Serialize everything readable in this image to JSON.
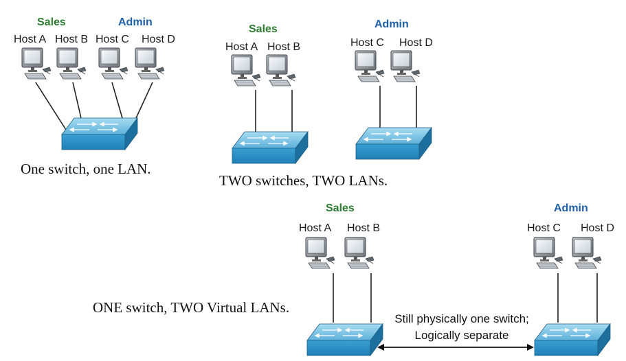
{
  "colors": {
    "sales_label": "#2e7d32",
    "admin_label": "#1f5fa8",
    "switch_top": "#7ec3e3",
    "switch_front": "#2e8fc4",
    "switch_side": "#1d6f9e"
  },
  "icons": {
    "host": "computer-workstation-icon",
    "switch": "network-switch-icon"
  },
  "scenario1": {
    "sales_label": "Sales",
    "admin_label": "Admin",
    "hosts": [
      "Host A",
      "Host B",
      "Host C",
      "Host D"
    ],
    "caption": "One switch, one LAN."
  },
  "scenario2": {
    "sales_label": "Sales",
    "admin_label": "Admin",
    "sales_hosts": [
      "Host A",
      "Host B"
    ],
    "admin_hosts": [
      "Host C",
      "Host D"
    ],
    "caption": "TWO switches, TWO LANs."
  },
  "scenario3": {
    "sales_label": "Sales",
    "admin_label": "Admin",
    "sales_hosts": [
      "Host A",
      "Host B"
    ],
    "admin_hosts": [
      "Host C",
      "Host D"
    ],
    "caption": "ONE switch, TWO Virtual LANs.",
    "note_line1": "Still physically one switch;",
    "note_line2": "Logically separate"
  }
}
